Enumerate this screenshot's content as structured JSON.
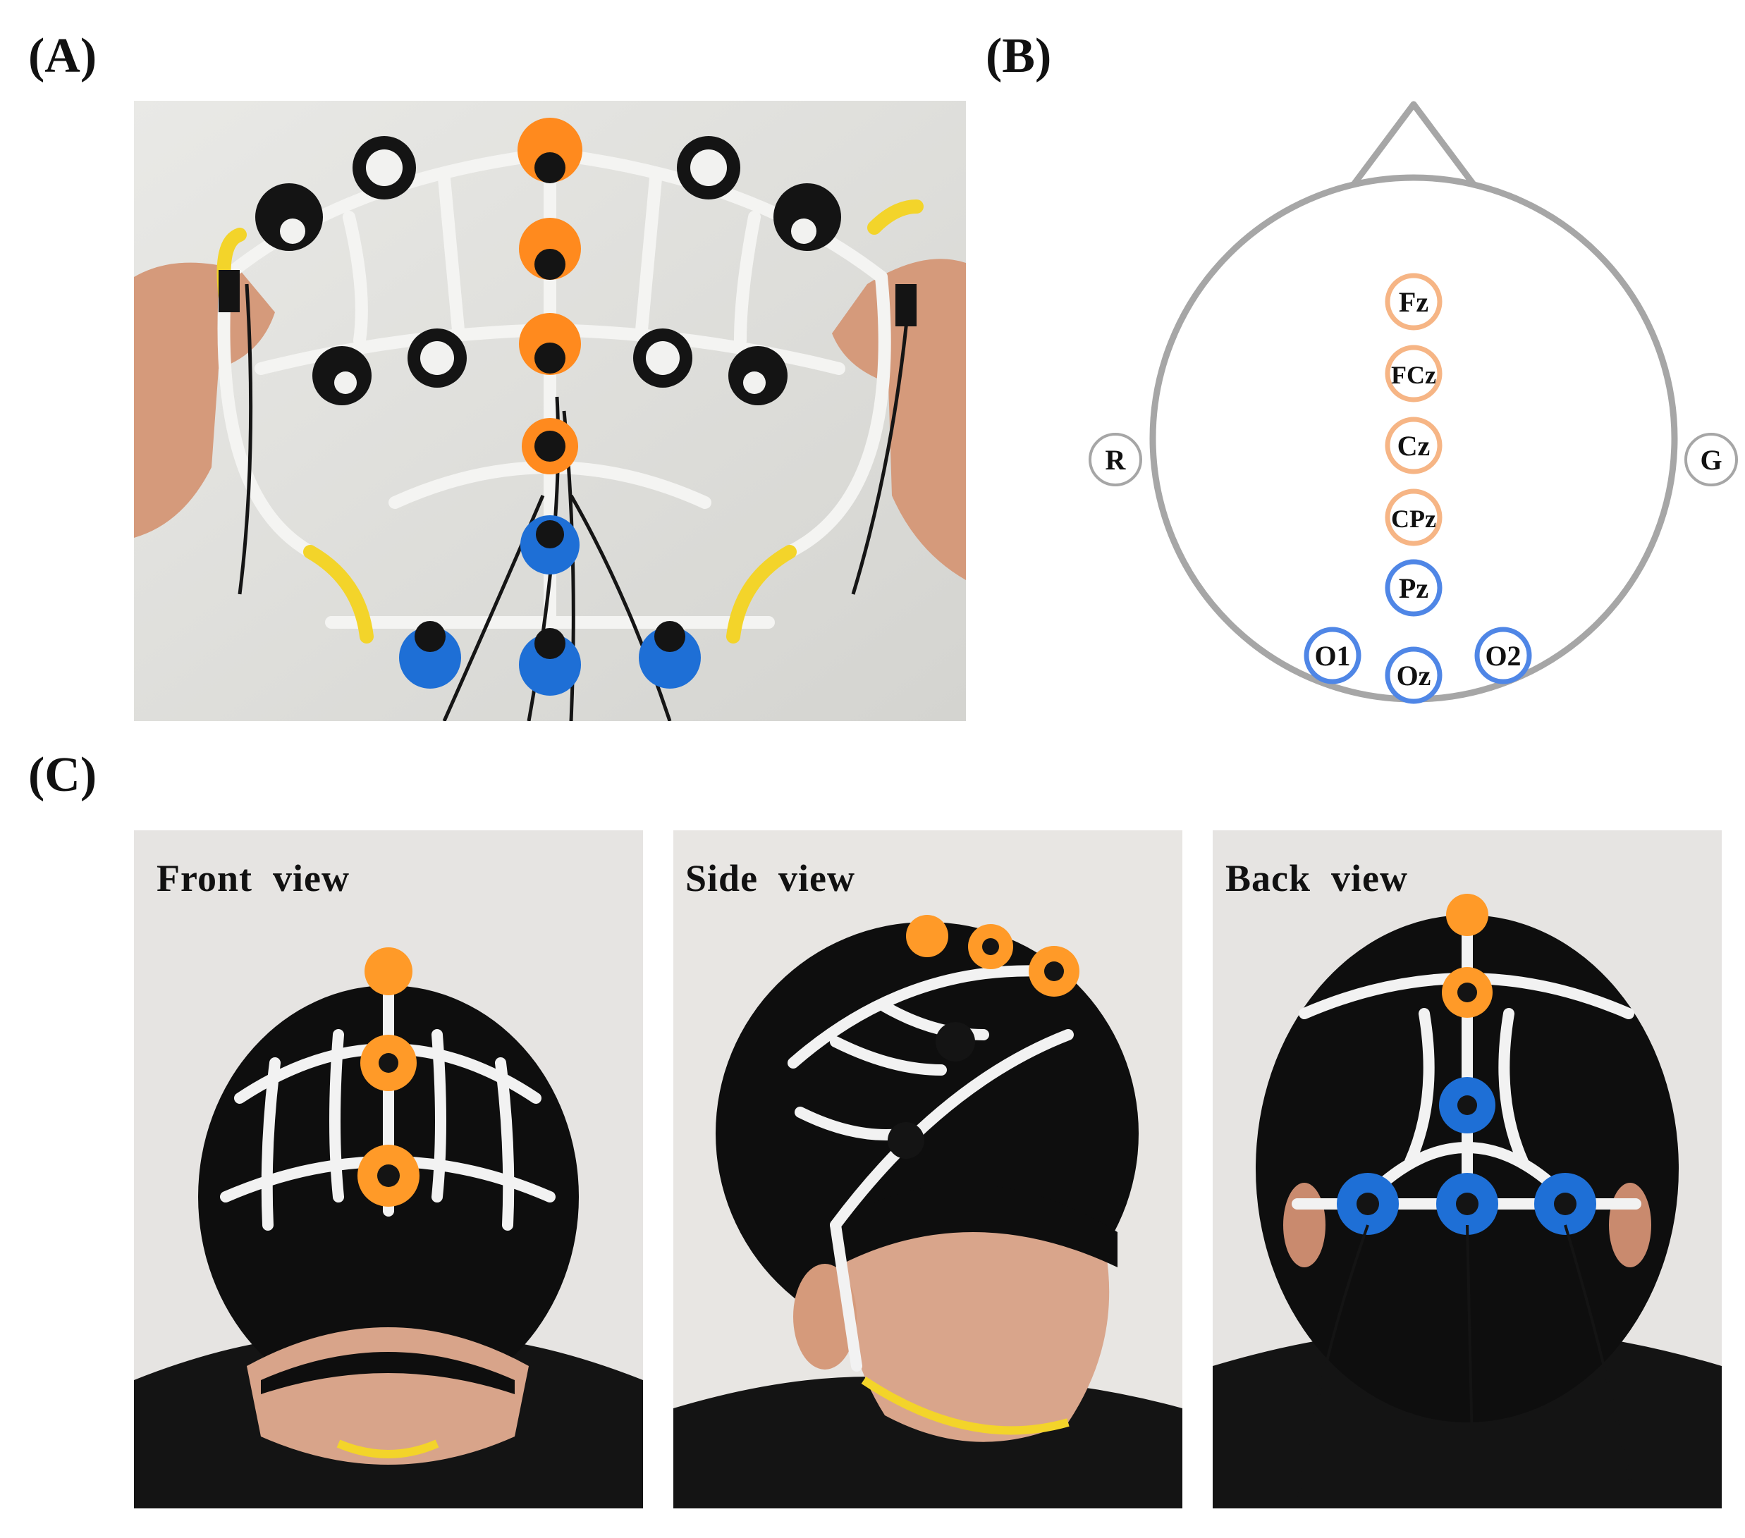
{
  "panels": {
    "a_label": "(A)",
    "b_label": "(B)",
    "c_label": "(C)"
  },
  "views": {
    "front": "Front  view",
    "side": "Side  view",
    "back": "Back  view"
  },
  "head_map": {
    "electrodes": [
      {
        "label": "Fz",
        "group": "orange"
      },
      {
        "label": "FCz",
        "group": "orange"
      },
      {
        "label": "Cz",
        "group": "orange"
      },
      {
        "label": "CPz",
        "group": "orange"
      },
      {
        "label": "Pz",
        "group": "blue"
      },
      {
        "label": "O1",
        "group": "blue"
      },
      {
        "label": "Oz",
        "group": "blue"
      },
      {
        "label": "O2",
        "group": "blue"
      }
    ],
    "reference": "R",
    "ground": "G"
  },
  "colors": {
    "orange_ring": "#f6b585",
    "blue_ring": "#4f86e6",
    "outline": "#a6a6a6",
    "cap_orange": "#ff8a1e",
    "cap_blue": "#1e6fd6",
    "cap_black": "#141414"
  }
}
